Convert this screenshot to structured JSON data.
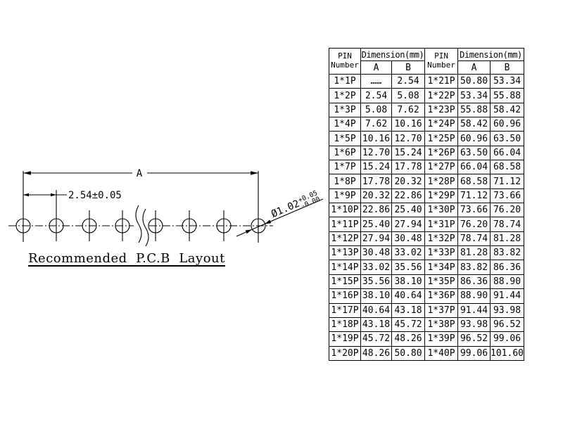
{
  "colors": {
    "ink": "#000000",
    "background": "#ffffff"
  },
  "drawing": {
    "caption": "Recommended  P.C.B  Layout",
    "dim_a": {
      "label": "A"
    },
    "dim_pitch": {
      "label": "2.54±0.05"
    },
    "dim_hole": {
      "dia": "Ø1.02",
      "tol_plus": "+0.05",
      "tol_minus": "-0.00"
    },
    "holes_shown": 8
  },
  "table": {
    "header": {
      "pin_line1": "PIN",
      "pin_line2": "Number",
      "dim_group": "Dimension(mm)",
      "sub_a": "A",
      "sub_b": "B"
    },
    "rows": [
      [
        "1*1P",
        "……",
        "2.54",
        "1*21P",
        "50.80",
        "53.34"
      ],
      [
        "1*2P",
        "2.54",
        "5.08",
        "1*22P",
        "53.34",
        "55.88"
      ],
      [
        "1*3P",
        "5.08",
        "7.62",
        "1*23P",
        "55.88",
        "58.42"
      ],
      [
        "1*4P",
        "7.62",
        "10.16",
        "1*24P",
        "58.42",
        "60.96"
      ],
      [
        "1*5P",
        "10.16",
        "12.70",
        "1*25P",
        "60.96",
        "63.50"
      ],
      [
        "1*6P",
        "12.70",
        "15.24",
        "1*26P",
        "63.50",
        "66.04"
      ],
      [
        "1*7P",
        "15.24",
        "17.78",
        "1*27P",
        "66.04",
        "68.58"
      ],
      [
        "1*8P",
        "17.78",
        "20.32",
        "1*28P",
        "68.58",
        "71.12"
      ],
      [
        "1*9P",
        "20.32",
        "22.86",
        "1*29P",
        "71.12",
        "73.66"
      ],
      [
        "1*10P",
        "22.86",
        "25.40",
        "1*30P",
        "73.66",
        "76.20"
      ],
      [
        "1*11P",
        "25.40",
        "27.94",
        "1*31P",
        "76.20",
        "78.74"
      ],
      [
        "1*12P",
        "27.94",
        "30.48",
        "1*32P",
        "78.74",
        "81.28"
      ],
      [
        "1*13P",
        "30.48",
        "33.02",
        "1*33P",
        "81.28",
        "83.82"
      ],
      [
        "1*14P",
        "33.02",
        "35.56",
        "1*34P",
        "83.82",
        "86.36"
      ],
      [
        "1*15P",
        "35.56",
        "38.10",
        "1*35P",
        "86.36",
        "88.90"
      ],
      [
        "1*16P",
        "38.10",
        "40.64",
        "1*36P",
        "88.90",
        "91.44"
      ],
      [
        "1*17P",
        "40.64",
        "43.18",
        "1*37P",
        "91.44",
        "93.98"
      ],
      [
        "1*18P",
        "43.18",
        "45.72",
        "1*38P",
        "93.98",
        "96.52"
      ],
      [
        "1*19P",
        "45.72",
        "48.26",
        "1*39P",
        "96.52",
        "99.06"
      ],
      [
        "1*20P",
        "48.26",
        "50.80",
        "1*40P",
        "99.06",
        "101.60"
      ]
    ]
  }
}
